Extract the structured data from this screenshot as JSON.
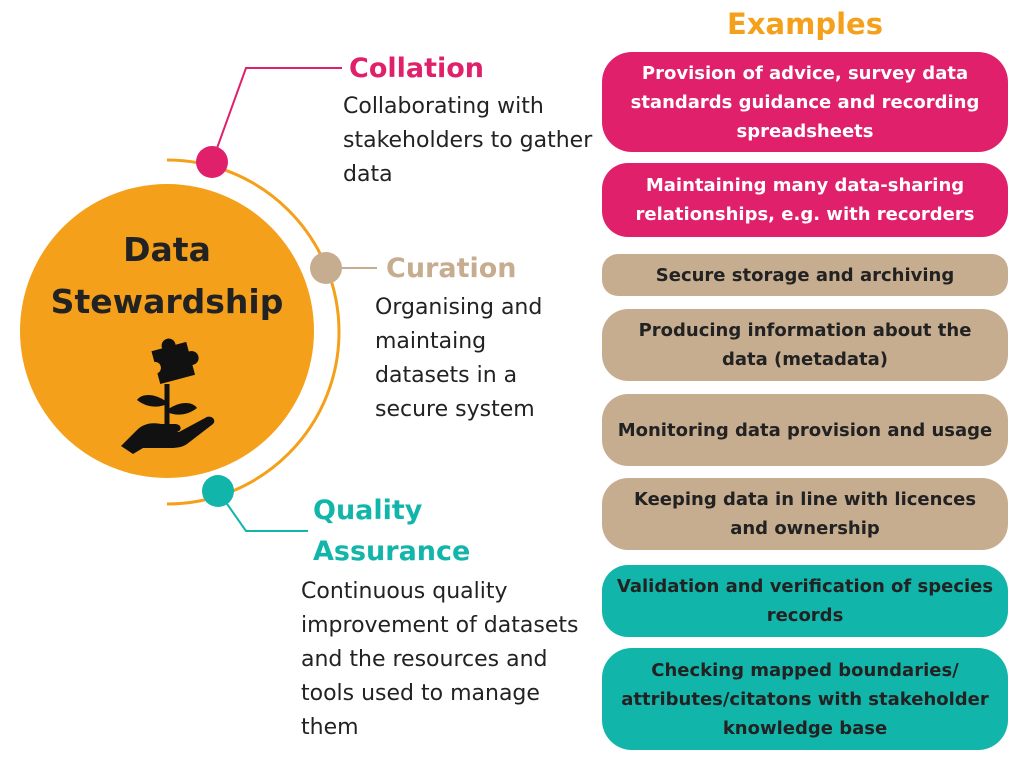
{
  "colors": {
    "hub": "#f5a01a",
    "collation": "#e0206b",
    "curation": "#c7ad90",
    "quality_assurance": "#12b5aa",
    "examples_heading": "#f5a01a"
  },
  "hub": {
    "title_line1": "Data",
    "title_line2": "Stewardship",
    "icon": "hand-holding-plant-puzzle-icon"
  },
  "stages": {
    "collation": {
      "title": "Collation",
      "description": "Collaborating with stakeholders to gather data"
    },
    "curation": {
      "title": "Curation",
      "description": "Organising and maintaing datasets in a secure system"
    },
    "quality_assurance": {
      "title": "Quality Assurance",
      "description": "Continuous quality improvement of datasets and the resources and tools used to manage them"
    }
  },
  "examples": {
    "heading": "Examples",
    "items": [
      {
        "text": "Provision of advice, survey data standards guidance and recording spreadsheets",
        "stage": "collation"
      },
      {
        "text": "Maintaining many data-sharing relationships, e.g. with recorders",
        "stage": "collation"
      },
      {
        "text": "Secure storage and archiving",
        "stage": "curation"
      },
      {
        "text": "Producing information about the data (metadata)",
        "stage": "curation"
      },
      {
        "text": "Monitoring data provision and usage",
        "stage": "curation"
      },
      {
        "text": "Keeping data in line with licences and ownership",
        "stage": "curation"
      },
      {
        "text": "Validation and verification of species records",
        "stage": "quality_assurance"
      },
      {
        "text": "Checking mapped boundaries/ attributes/citatons with stakeholder knowledge base",
        "stage": "quality_assurance"
      }
    ]
  }
}
